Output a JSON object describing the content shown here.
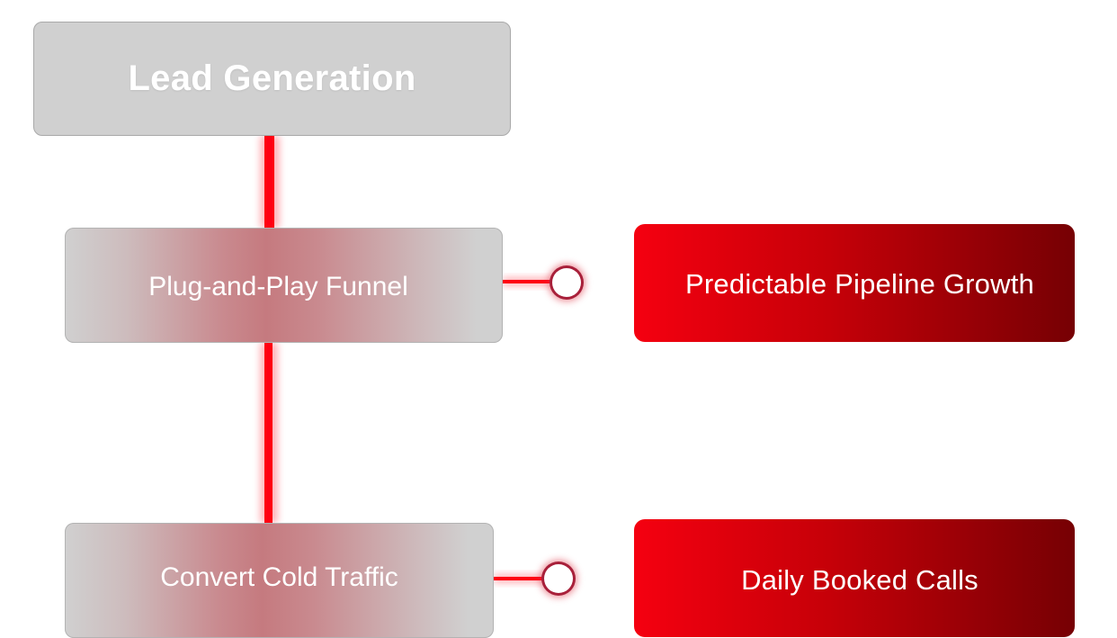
{
  "nodes": {
    "root": {
      "label": "Lead Generation"
    },
    "funnel": {
      "label": "Plug-and-Play Funnel"
    },
    "convert": {
      "label": "Convert Cold Traffic"
    },
    "pipeline": {
      "label": "Predictable Pipeline Growth"
    },
    "calls": {
      "label": "Daily Booked Calls"
    }
  },
  "edges": [
    {
      "from": "root",
      "to": "funnel"
    },
    {
      "from": "funnel",
      "to": "convert"
    },
    {
      "from": "funnel",
      "to": "pipeline"
    },
    {
      "from": "convert",
      "to": "calls"
    }
  ],
  "colors": {
    "connector": "#ff0012",
    "connector_glow": "#ff5a66",
    "node_neutral": "#d0d0d0",
    "node_red_start": "#f50010",
    "node_red_end": "#760004"
  }
}
